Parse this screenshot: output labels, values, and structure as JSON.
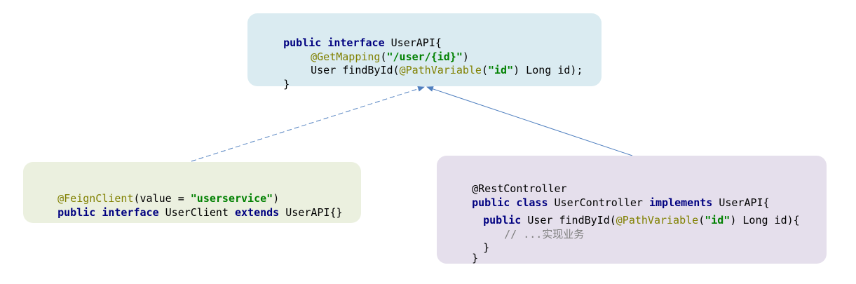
{
  "colors": {
    "api_box_bg": "#daebf1",
    "client_box_bg": "#ebf0df",
    "controller_box_bg": "#e5dfec",
    "arrow": "#4f7fbf",
    "keyword": "#000080",
    "annotation": "#808000",
    "string": "#008000",
    "comment": "#808080"
  },
  "api_box": {
    "l1": {
      "kw1": "public",
      "kw2": "interface",
      "rest": " UserAPI{"
    },
    "l2": {
      "ann": "@GetMapping",
      "open": "(",
      "str": "\"/user/{id}\"",
      "close": ")"
    },
    "l3": {
      "pre": "User findById(",
      "ann": "@PathVariable",
      "open": "(",
      "str": "\"id\"",
      "rest": ") Long id);"
    },
    "l4": {
      "text": "}"
    }
  },
  "client_box": {
    "l1": {
      "ann": "@FeignClient",
      "pre": "(value = ",
      "str": "\"userservice\"",
      "close": ")"
    },
    "l2": {
      "kw1": "public",
      "kw2": "interface",
      "name": " UserClient ",
      "kw3": "extends",
      "rest": " UserAPI{}"
    }
  },
  "controller_box": {
    "l1": {
      "text": "@RestController"
    },
    "l2": {
      "kw1": "public",
      "kw2": "class",
      "name": " UserController ",
      "kw3": "implements",
      "rest": " UserAPI{"
    },
    "l3": {
      "kw1": "public",
      "pre": " User findById(",
      "ann": "@PathVariable",
      "open": "(",
      "str": "\"id\"",
      "rest": ") Long id){"
    },
    "l4": {
      "cmt": "// ...实现业务"
    },
    "l5": {
      "text": "}"
    },
    "l6": {
      "text": "}"
    }
  }
}
